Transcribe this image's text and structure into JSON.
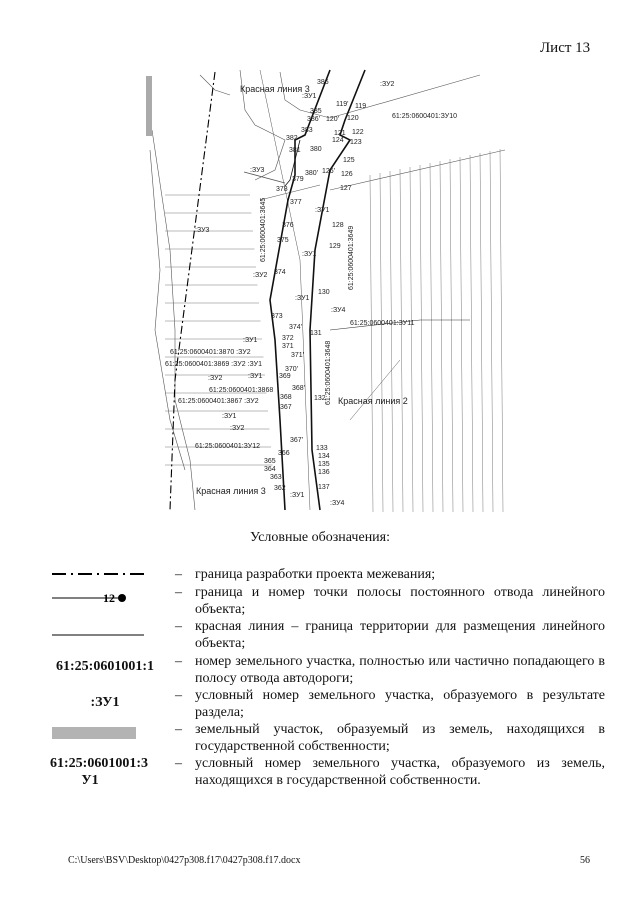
{
  "sheet_label": "Лист 13",
  "map": {
    "labels": [
      "Красная линия 3",
      "386",
      ":ЗУ2",
      "119'",
      "119",
      "385",
      "386'",
      "120'",
      "120",
      "61:25:0600401:ЗУ10",
      "121",
      "122",
      "383",
      "382",
      "124",
      "123",
      "381",
      "380",
      "125",
      ":ЗУ3",
      "126'",
      "126",
      "379",
      "380'",
      "378",
      "127",
      "377",
      "128",
      "376",
      "375",
      "129",
      ":ЗУ2",
      "374",
      "130",
      ":ЗУ4",
      "373",
      "61:25:0600401:ЗУ11",
      "372",
      "374'",
      "131",
      ":ЗУ1",
      "371",
      "61:25:0600401:3870 :ЗУ2",
      "371'",
      "61:25:0600401:3869 :ЗУ2 :ЗУ1",
      "370'",
      "369",
      ":ЗУ2",
      ":ЗУ1",
      "61:25:0600401:3868",
      "368'",
      "368",
      "61:25:0600401:3867 :ЗУ2",
      "367",
      "132",
      ":ЗУ1",
      "Красная линия 2",
      "367'",
      "61:25:0600401:ЗУ12",
      "366",
      "365",
      "364",
      "363",
      "362",
      "133",
      "134",
      "135",
      "136",
      "137",
      "Красная линия 3",
      ":ЗУ1",
      ":ЗУ4",
      ":ЗУ1",
      ":ЗУ1",
      ":ЗУ1",
      ":ЗУ1",
      ":ЗУ2",
      ":ЗУ3"
    ],
    "vertical_labels": [
      "61:25:0600401:3645",
      "61:25:0600401:3649",
      "61:25:0600401:3648"
    ]
  },
  "legend": {
    "title": "Условные обозначения:",
    "dash": "–",
    "items": [
      {
        "symbol": "",
        "text": "граница разработки проекта межевания;"
      },
      {
        "symbol": "12",
        "text": "граница и номер точки полосы постоянного отвода линейного объекта;"
      },
      {
        "symbol": "",
        "text": "красная линия – граница территории для размещения линейного объекта;"
      },
      {
        "symbol": "61:25:0601001:1",
        "text": "номер земельного участка, полностью или частично попадающего в полосу отвода автодороги;"
      },
      {
        "symbol": ":ЗУ1",
        "text": "условный номер земельного участка, образуемого в результате раздела;"
      },
      {
        "symbol": "",
        "text": "земельный участок, образуемый из земель, находящихся в государственной собственности;"
      },
      {
        "symbol": "61:25:0601001:3 У1",
        "text": "условный номер земельного участка, образуемого из земель, находящихся в государственной собственности."
      }
    ]
  },
  "footer": {
    "path": "C:\\Users\\BSV\\Desktop\\0427p308.f17\\0427p308.f17.docx",
    "page_number": "56"
  }
}
